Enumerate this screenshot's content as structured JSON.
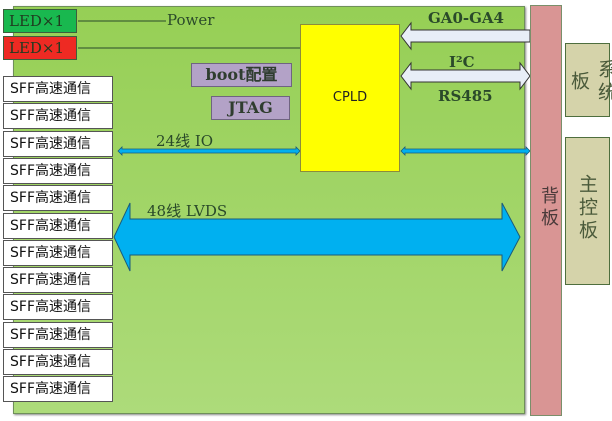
{
  "leds": [
    {
      "label": "LED×1",
      "color": "#19b84f",
      "connection": "Power"
    },
    {
      "label": "LED×1",
      "color": "#ee2a23",
      "connection": ""
    }
  ],
  "sff_modules": [
    "SFF高速通信",
    "SFF高速通信",
    "SFF高速通信",
    "SFF高速通信",
    "SFF高速通信",
    "SFF高速通信",
    "SFF高速通信",
    "SFF高速通信",
    "SFF高速通信",
    "SFF高速通信",
    "SFF高速通信",
    "SFF高速通信"
  ],
  "config": {
    "boot": "boot配置",
    "jtag": "JTAG"
  },
  "cpld": "CPLD",
  "signals": {
    "power": "Power",
    "ga": "GA0-GA4",
    "i2c": "I²C",
    "rs485": "RS485",
    "io": "24线 IO",
    "lvds": "48线 LVDS"
  },
  "backplane": "背板",
  "system_board": "系统板",
  "main_control_board": "主控板",
  "colors": {
    "board": "#96cf55",
    "cpld": "#ffff00",
    "backplane": "#d99594",
    "arrow_blue": "#00b0f0",
    "arrow_white": "#e8eef7"
  }
}
